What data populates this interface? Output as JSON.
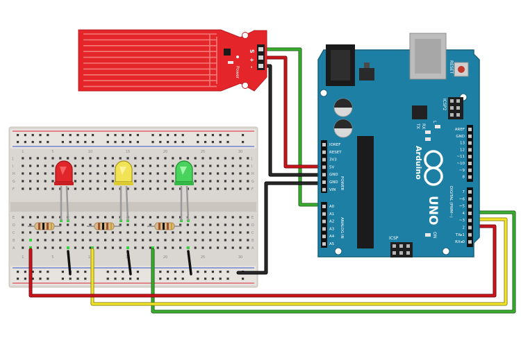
{
  "sensor": {
    "pin_s": "S",
    "pin_plus": "+",
    "pin_minus": "-",
    "power_label": "Power"
  },
  "arduino": {
    "brand": "Arduino",
    "model": "UNO",
    "reset_label": "RESET",
    "icsp2_label": "ICSP2",
    "icsp_label": "ICSP",
    "on_label": "ON",
    "tx_label": "TX",
    "rx_label": "RX",
    "l_label": "L",
    "power_header_title": "POWER",
    "power_pins": [
      "IOREF",
      "RESET",
      "3V3",
      "5V",
      "GND",
      "GND",
      "VIN"
    ],
    "analog_header_title": "ANALOG IN",
    "analog_pins": [
      "A0",
      "A1",
      "A2",
      "A3",
      "A4",
      "A5"
    ],
    "digital_top_pins": [
      "AREF",
      "GND",
      "13",
      "12",
      "~11",
      "~10",
      "~9",
      "8"
    ],
    "digital_header_title": "DIGITAL (PWM~)",
    "digital_bottom_pins": [
      "7",
      "~6",
      "~5",
      "4",
      "~3",
      "2",
      "TX▸1",
      "RX◂0"
    ]
  },
  "breadboard": {
    "row_letters_top": [
      "J",
      "I",
      "H",
      "G",
      "F"
    ],
    "row_letters_bottom": [
      "E",
      "D",
      "C",
      "B",
      "A"
    ],
    "column_numbers": [
      "1",
      "5",
      "10",
      "15",
      "20",
      "25",
      "30"
    ]
  },
  "leds": [
    {
      "name": "red-led",
      "color": "#e0262b"
    },
    {
      "name": "yellow-led",
      "color": "#f2e255"
    },
    {
      "name": "green-led",
      "color": "#49d35d"
    }
  ],
  "colors": {
    "board_blue": "#1e7fa5",
    "sensor_red": "#e4262b",
    "wire_red": "#c8151b",
    "wire_green": "#3cab32",
    "wire_yellow": "#f1e52a",
    "wire_black": "#1c1c1c"
  }
}
